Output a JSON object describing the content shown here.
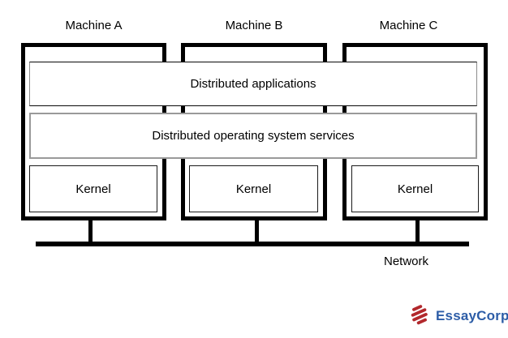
{
  "diagram": {
    "machines": [
      {
        "label": "Machine A",
        "kernel_label": "Kernel"
      },
      {
        "label": "Machine B",
        "kernel_label": "Kernel"
      },
      {
        "label": "Machine C",
        "kernel_label": "Kernel"
      }
    ],
    "layers": {
      "applications": "Distributed applications",
      "services": "Distributed operating system services"
    },
    "network_label": "Network",
    "colors": {
      "line": "#000000",
      "layer_border": "#9a9a9a"
    }
  },
  "branding": {
    "logo_text": "EssayCorp",
    "logo_text_color": "#2d5da7",
    "logo_icon": "essaycorp-striped-s-icon",
    "logo_icon_color": "#b2282c"
  }
}
